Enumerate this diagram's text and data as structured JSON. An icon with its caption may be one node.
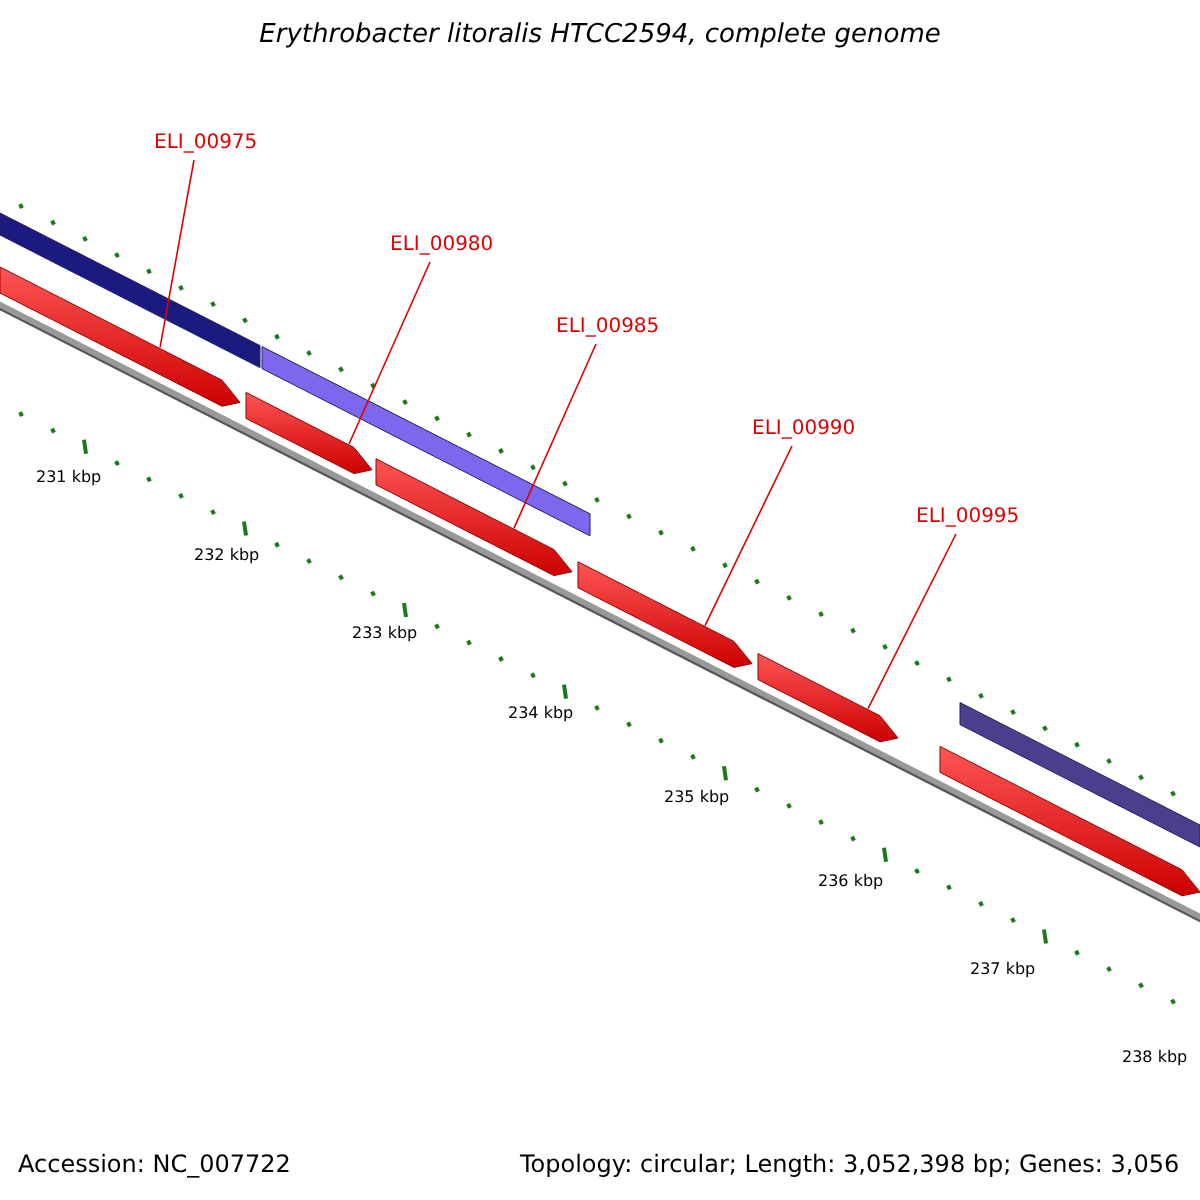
{
  "diagram": {
    "title": "Erythrobacter litoralis HTCC2594, complete genome",
    "nodes": [
      {
        "text": [
          "ELI_00975"
        ]
      },
      {
        "text": [
          "ELI_00980"
        ]
      },
      {
        "text": [
          "ELI_00985"
        ]
      },
      {
        "text": [
          "ELI_00990"
        ]
      },
      {
        "text": [
          "ELI_00995"
        ]
      },
      {
        "text": [],
        "shape": "bar"
      },
      {
        "text": [],
        "shape": "bar"
      },
      {
        "text": [],
        "shape": "bar"
      },
      {
        "text": [],
        "shape": "bar"
      },
      {
        "text": [],
        "shape": "bar"
      },
      {
        "text": [],
        "shape": "bar"
      },
      {
        "text": [],
        "shape": "bar"
      },
      {
        "text": [],
        "shape": "bar"
      },
      {
        "text": [],
        "shape": "bar"
      }
    ],
    "edges": [
      {
        "from": 0,
        "to": 5,
        "arrow": "none"
      },
      {
        "from": 1,
        "to": 6,
        "arrow": "none"
      },
      {
        "from": 2,
        "to": 7,
        "arrow": "none"
      },
      {
        "from": 3,
        "to": 8,
        "arrow": "none"
      },
      {
        "from": 4,
        "to": 9,
        "arrow": "none"
      }
    ],
    "labels": [
      "231 kbp",
      "232 kbp",
      "233 kbp",
      "234 kbp",
      "235 kbp",
      "236 kbp",
      "237 kbp",
      "238 kbp",
      "Accession: NC_007722",
      "Topology: circular; Length: 3,052,398 bp; Genes: 3,056"
    ]
  }
}
